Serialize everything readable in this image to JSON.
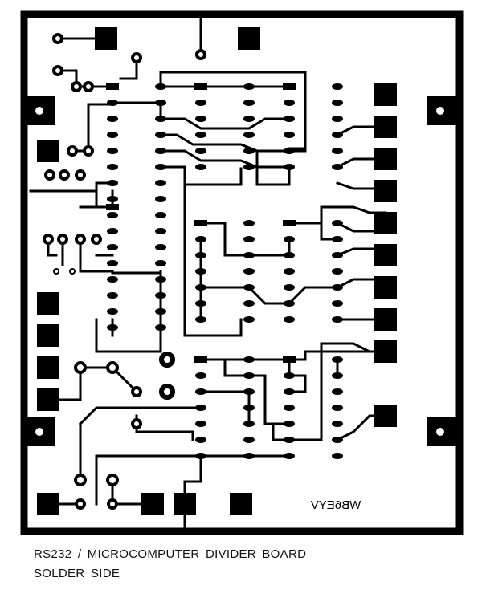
{
  "board": {
    "mirrored_label": "WB6EYV",
    "colors": {
      "copper": "#000000",
      "substrate": "#ffffff"
    }
  },
  "caption": {
    "line1": "RS232  /  MICROCOMPUTER  DIVIDER  BOARD",
    "line2": "SOLDER SIDE"
  }
}
